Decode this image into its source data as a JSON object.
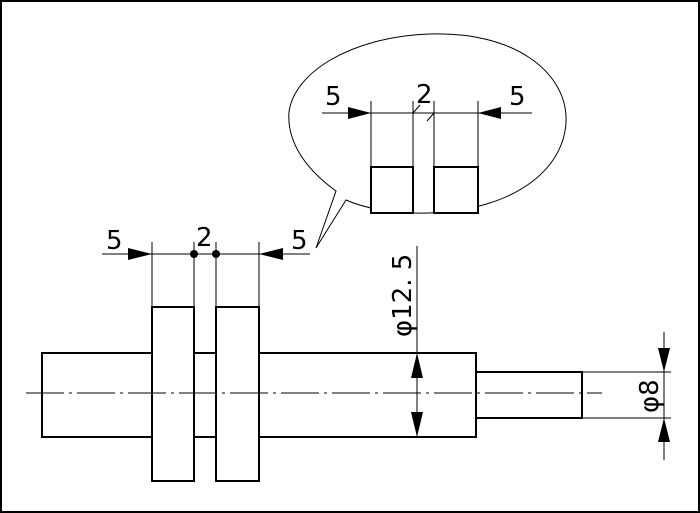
{
  "dimensions": {
    "main_left_gap": "5",
    "main_middle_gap": "2",
    "main_right_gap": "5",
    "callout_left_gap": "5",
    "callout_middle_gap": "2",
    "callout_right_gap": "5",
    "large_diameter": "φ12. 5",
    "small_diameter": "φ8"
  }
}
